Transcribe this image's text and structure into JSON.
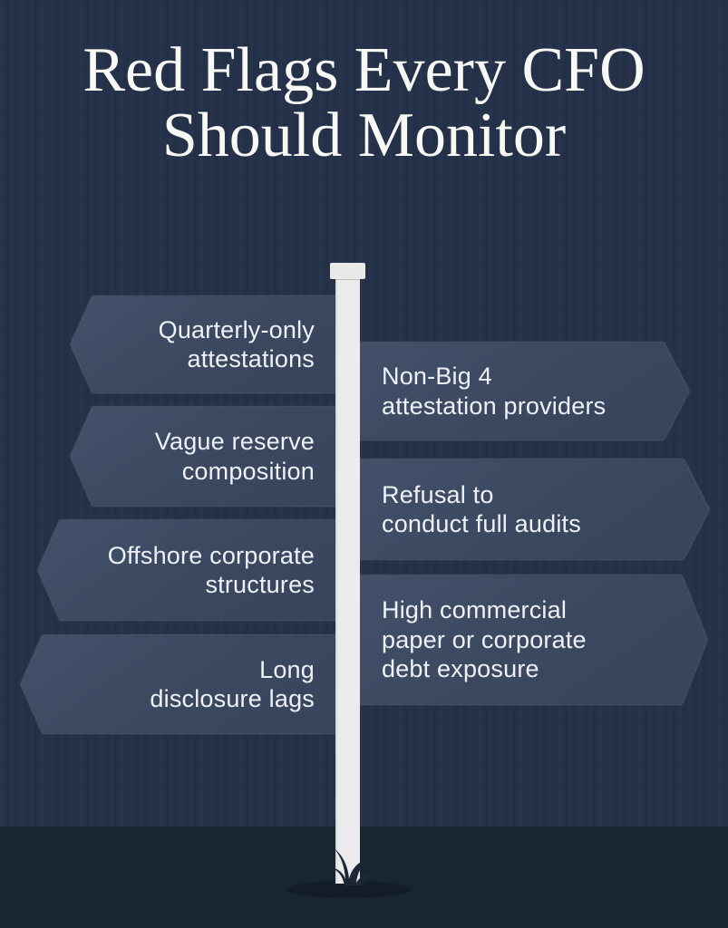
{
  "title": "Red Flags Every CFO\nShould Monitor",
  "signs": {
    "left": [
      {
        "label": "Quarterly-only\nattestations"
      },
      {
        "label": "Vague reserve\ncomposition"
      },
      {
        "label": "Offshore corporate\nstructures"
      },
      {
        "label": "Long\ndisclosure lags"
      }
    ],
    "right": [
      {
        "label": "Non-Big 4\nattestation providers"
      },
      {
        "label": "Refusal to\nconduct full audits"
      },
      {
        "label": "High commercial\npaper or corporate\ndebt exposure"
      }
    ]
  },
  "colors": {
    "background": "#243148",
    "ground": "#1a2533",
    "sign_fill": "#3c4961",
    "sign_border": "#c6becd",
    "sign_text": "#eef1f6",
    "title_text": "#f8f8f5",
    "pole": "#ebebec",
    "base_shadow": "#0a111c"
  }
}
